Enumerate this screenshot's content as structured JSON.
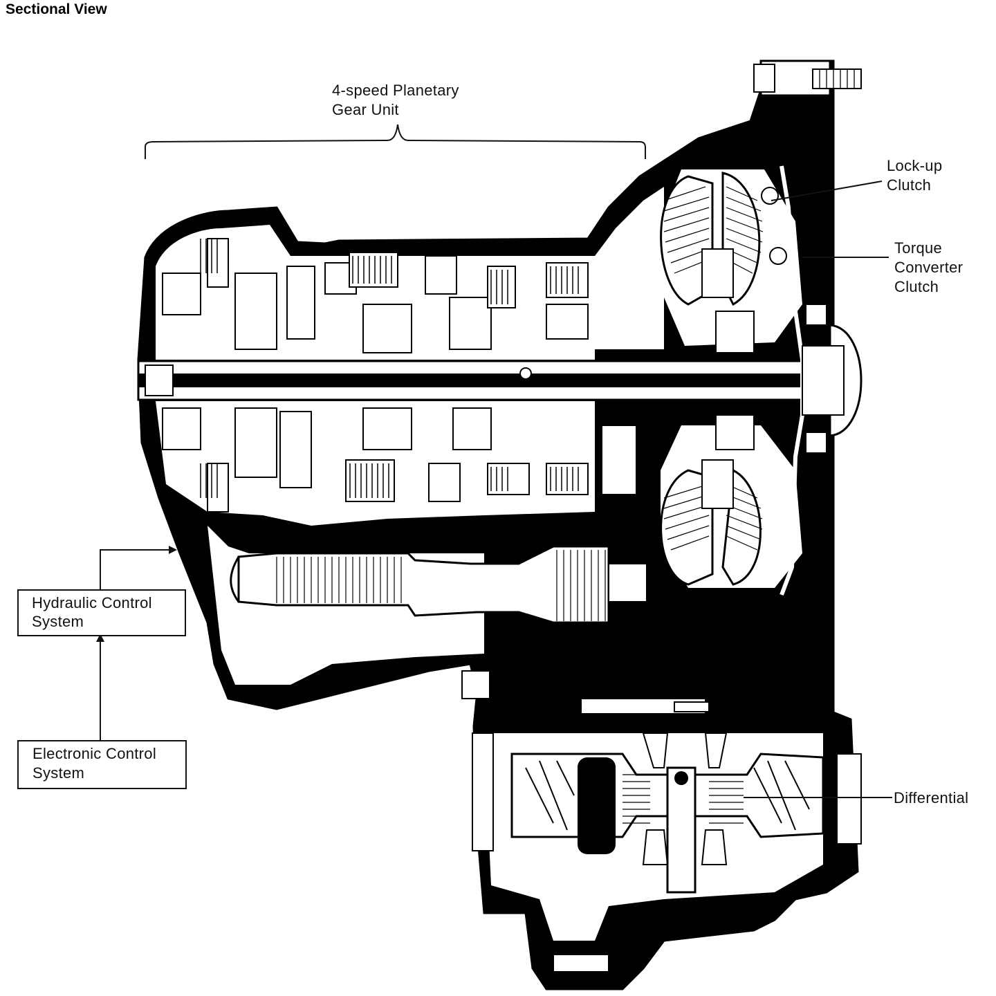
{
  "title": "Sectional View",
  "labels": {
    "planetary": [
      "4-speed Planetary",
      "Gear Unit"
    ],
    "lockup": [
      "Lock-up",
      "Clutch"
    ],
    "torque": [
      "Torque",
      "Converter",
      "Clutch"
    ],
    "hydraulic": [
      "Hydraulic Control",
      "System"
    ],
    "electronic": [
      "Electronic Control",
      "System"
    ],
    "differential": "Differential"
  }
}
